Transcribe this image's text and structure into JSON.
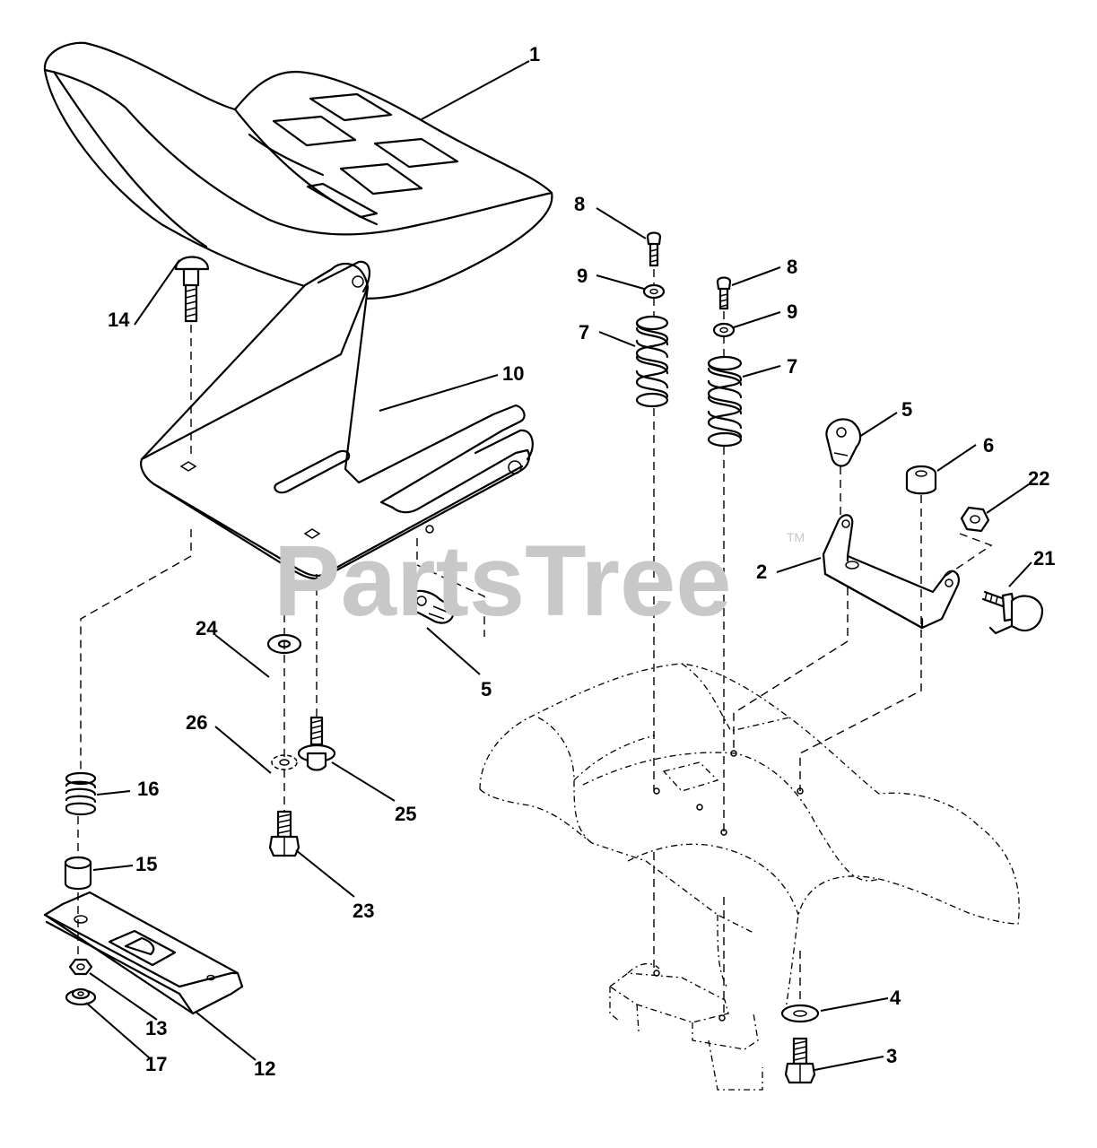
{
  "watermark": {
    "text": "PartsTree",
    "trademark": "TM"
  },
  "callouts": [
    {
      "id": "c1",
      "label": "1"
    },
    {
      "id": "c14",
      "label": "14"
    },
    {
      "id": "c10",
      "label": "10"
    },
    {
      "id": "c8a",
      "label": "8"
    },
    {
      "id": "c9a",
      "label": "9"
    },
    {
      "id": "c7a",
      "label": "7"
    },
    {
      "id": "c8b",
      "label": "8"
    },
    {
      "id": "c9b",
      "label": "9"
    },
    {
      "id": "c7b",
      "label": "7"
    },
    {
      "id": "c5a",
      "label": "5"
    },
    {
      "id": "c6",
      "label": "6"
    },
    {
      "id": "c22",
      "label": "22"
    },
    {
      "id": "c21",
      "label": "21"
    },
    {
      "id": "c2",
      "label": "2"
    },
    {
      "id": "c5b",
      "label": "5"
    },
    {
      "id": "c24",
      "label": "24"
    },
    {
      "id": "c26",
      "label": "26"
    },
    {
      "id": "c25",
      "label": "25"
    },
    {
      "id": "c16",
      "label": "16"
    },
    {
      "id": "c15",
      "label": "15"
    },
    {
      "id": "c23",
      "label": "23"
    },
    {
      "id": "c13",
      "label": "13"
    },
    {
      "id": "c17",
      "label": "17"
    },
    {
      "id": "c12",
      "label": "12"
    },
    {
      "id": "c4",
      "label": "4"
    },
    {
      "id": "c3",
      "label": "3"
    }
  ]
}
